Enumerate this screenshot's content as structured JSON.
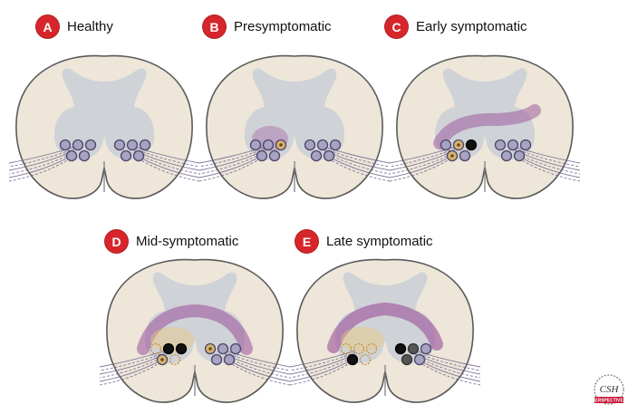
{
  "stages": [
    {
      "letter": "A",
      "title": "Healthy"
    },
    {
      "letter": "B",
      "title": "Presymptomatic"
    },
    {
      "letter": "C",
      "title": "Early symptomatic"
    },
    {
      "letter": "D",
      "title": "Mid-symptomatic"
    },
    {
      "letter": "E",
      "title": "Late symptomatic"
    }
  ],
  "logo": {
    "text": "CSH",
    "subtext": "PERSPECTIVES"
  },
  "colors": {
    "cord_fill": "#ede6d9",
    "cord_stroke": "#5b5b5b",
    "gray_matter": "#c9ced6",
    "inflammation": "#9a4f9a",
    "neuron_fill": "#a9a3c3",
    "neuron_stroke": "#4b4667",
    "badge": "#d7262b"
  }
}
